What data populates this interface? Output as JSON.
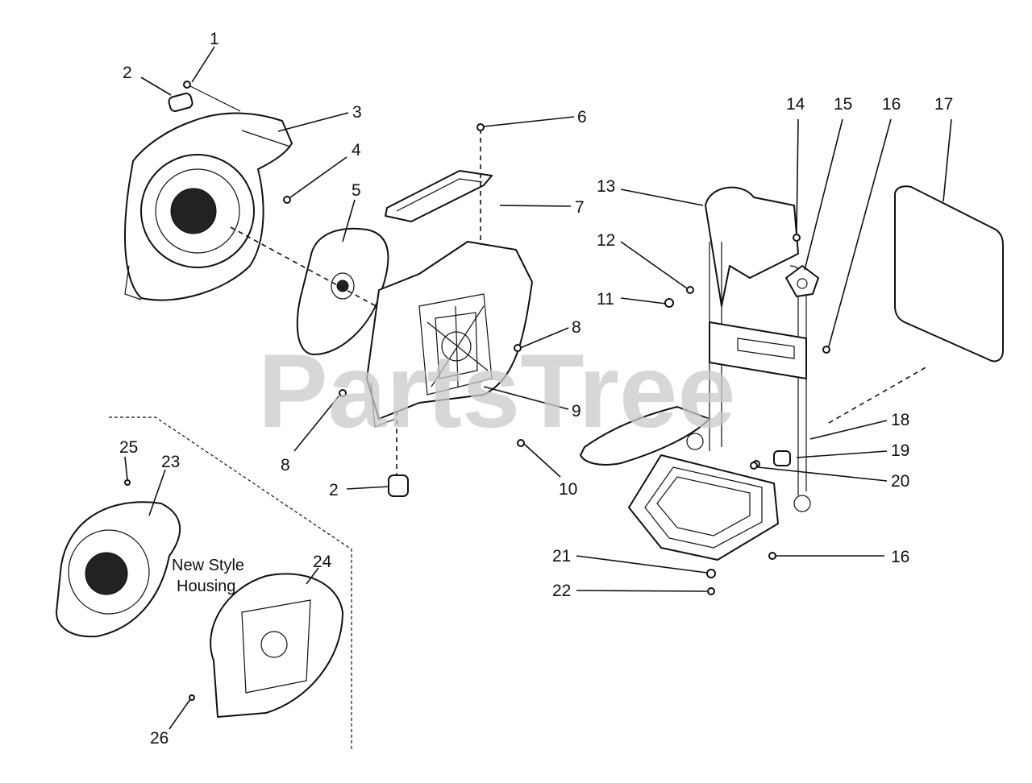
{
  "watermark": "PartsTree",
  "inset_caption": [
    "New Style",
    "Housing"
  ],
  "callouts": [
    "1",
    "2",
    "3",
    "4",
    "5",
    "6",
    "7",
    "8",
    "9",
    "10",
    "11",
    "12",
    "13",
    "14",
    "15",
    "16",
    "17",
    "18",
    "19",
    "20",
    "21",
    "22",
    "23",
    "24",
    "25",
    "26"
  ]
}
